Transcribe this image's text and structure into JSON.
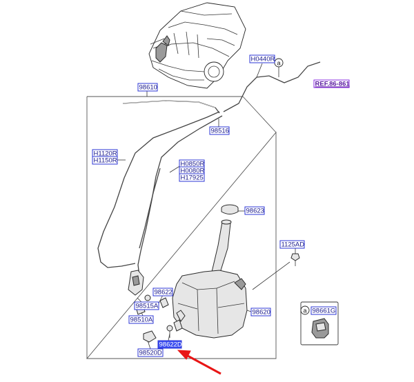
{
  "labels": {
    "l_98610": "98610",
    "l_h0440r": "H0440R",
    "l_ref": "REF.86-861",
    "l_98516": "98516",
    "l_h1120r": "H1120R",
    "l_h1150r": "H1150R",
    "l_h0850r": "H0850R",
    "l_h0080r": "H0080R",
    "l_h17925": "H17925",
    "l_98623": "98623",
    "l_1125ad": "1125AD",
    "l_98622": "98622",
    "l_98515a": "98515A",
    "l_98620": "98620",
    "l_98510a": "98510A",
    "l_98661g": "98661G",
    "l_98622d": "98622D",
    "l_98520d": "98520D"
  },
  "callouts": {
    "circle_a_top": "a",
    "circle_a_box": "a"
  },
  "colors": {
    "label_border": "#2b34d6",
    "highlight": "#3a4cf0",
    "ref_border": "#8a2be2",
    "arrow": "#e81515"
  }
}
